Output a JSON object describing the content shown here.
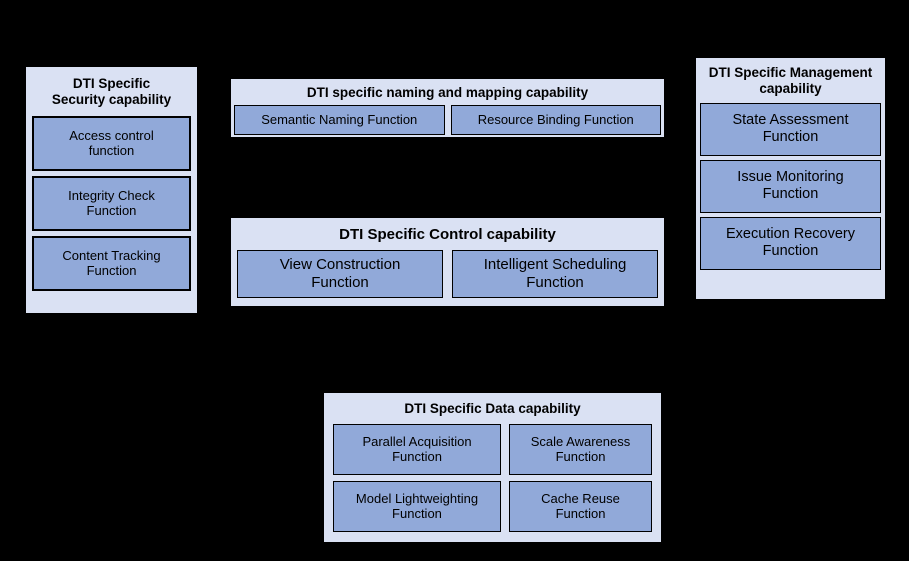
{
  "diagram": {
    "background_color": "#000000",
    "group_fill_color": "#dae1f3",
    "function_fill_color": "#91a9d9",
    "border_color": "#000000",
    "groups": [
      {
        "id": "security",
        "title": "DTI Specific\nSecurity capability",
        "functions": [
          {
            "label": "Access control\nfunction"
          },
          {
            "label": "Integrity Check\nFunction"
          },
          {
            "label": "Content Tracking\nFunction"
          }
        ]
      },
      {
        "id": "naming",
        "title": "DTI specific naming and mapping capability",
        "functions": [
          {
            "label": "Semantic Naming Function"
          },
          {
            "label": "Resource Binding Function"
          }
        ]
      },
      {
        "id": "management",
        "title": "DTI Specific Management\ncapability",
        "functions": [
          {
            "label": "State Assessment\nFunction"
          },
          {
            "label": "Issue Monitoring\nFunction"
          },
          {
            "label": "Execution Recovery\nFunction"
          }
        ]
      },
      {
        "id": "control",
        "title": "DTI Specific Control capability",
        "functions": [
          {
            "label": "View Construction\nFunction"
          },
          {
            "label": "Intelligent Scheduling\nFunction"
          }
        ]
      },
      {
        "id": "data",
        "title": "DTI Specific Data capability",
        "functions": [
          {
            "label": "Parallel Acquisition\nFunction"
          },
          {
            "label": "Scale Awareness\nFunction"
          },
          {
            "label": "Model Lightweighting\nFunction"
          },
          {
            "label": "Cache Reuse\nFunction"
          }
        ]
      }
    ]
  }
}
